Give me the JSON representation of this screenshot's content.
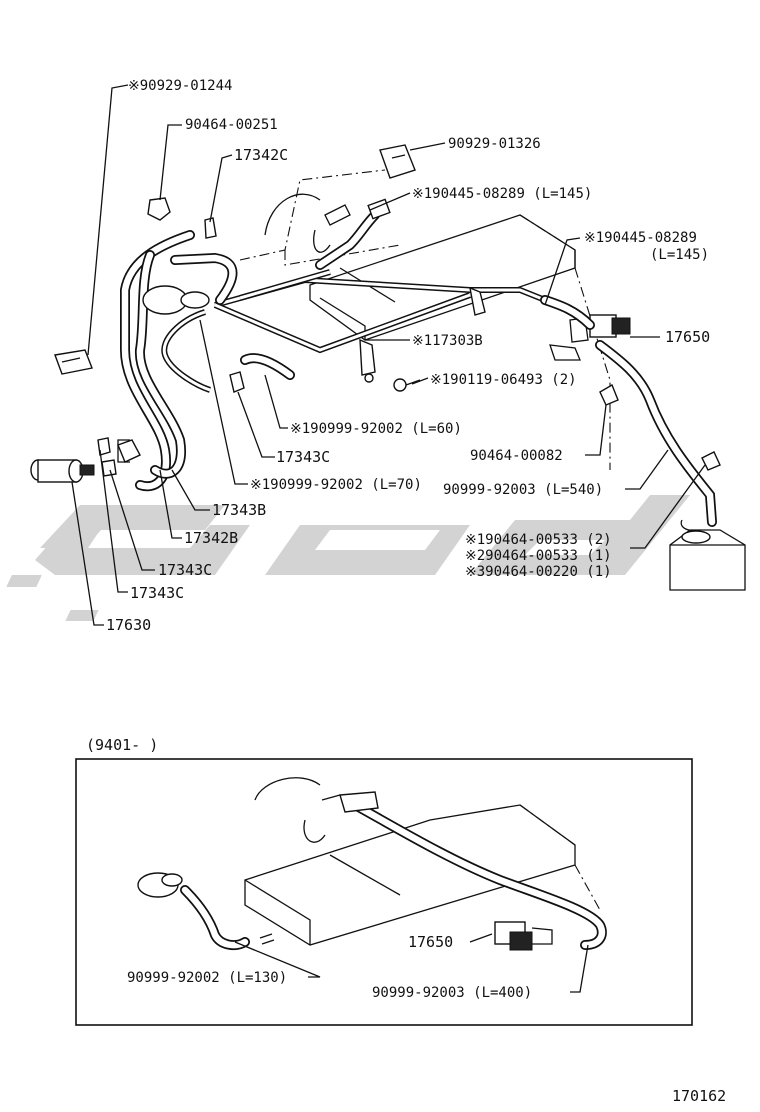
{
  "top_labels": [
    {
      "id": "p01",
      "text": "※90929-01244"
    },
    {
      "id": "p02",
      "text": "90464-00251"
    },
    {
      "id": "p03",
      "text": "17342C"
    },
    {
      "id": "p04",
      "text": "90929-01326"
    },
    {
      "id": "p05",
      "text": "※190445-08289 (L=145)"
    },
    {
      "id": "p06",
      "text": "※190445-08289"
    },
    {
      "id": "p07",
      "text": "(L=145)"
    },
    {
      "id": "p08",
      "text": "17650"
    },
    {
      "id": "p09",
      "text": "※117303B"
    },
    {
      "id": "p10",
      "text": "※190119-06493 (2)"
    },
    {
      "id": "p11",
      "text": "※190999-92002 (L=60)"
    },
    {
      "id": "p12",
      "text": "90464-00082"
    },
    {
      "id": "p13",
      "text": "17343C"
    },
    {
      "id": "p14",
      "text": "※190999-92002 (L=70)"
    },
    {
      "id": "p15",
      "text": "90999-92003 (L=540)"
    },
    {
      "id": "p16",
      "text": "17343B"
    },
    {
      "id": "p17",
      "text": "17342B"
    },
    {
      "id": "p18",
      "text": "※190464-00533 (2)"
    },
    {
      "id": "p19",
      "text": "※290464-00533 (1)"
    },
    {
      "id": "p20",
      "text": "※390464-00220 (1)"
    },
    {
      "id": "p21",
      "text": "17343C"
    },
    {
      "id": "p22",
      "text": "17343C"
    },
    {
      "id": "p23",
      "text": "17630"
    }
  ],
  "inset": {
    "title": "(9401-       )",
    "labels": [
      {
        "id": "i01",
        "text": "17650"
      },
      {
        "id": "i02",
        "text": "90999-92002 (L=130)"
      },
      {
        "id": "i03",
        "text": "90999-92003 (L=400)"
      }
    ]
  },
  "figure_number": "170162"
}
